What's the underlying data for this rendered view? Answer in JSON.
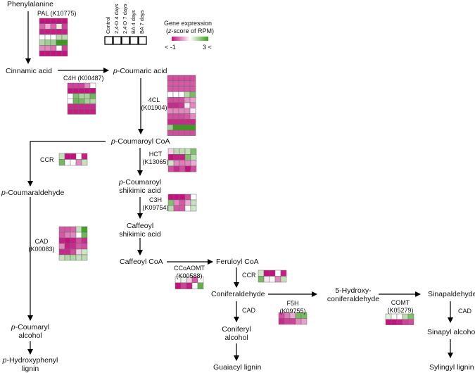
{
  "colors": {
    "low": "#c4117f",
    "mid": "#ffffff",
    "high": "#3c9c1e"
  },
  "legend": {
    "title1": "Gene expression",
    "title2_italic": "z",
    "title2_rest": "-score of RPM)",
    "title2_open": "(",
    "low_label": "< -1",
    "high_label": "3 <",
    "scale_min": -1,
    "scale_mid": 1,
    "scale_max": 3,
    "columns": [
      "Control",
      "2,4-D 4 days",
      "2,4-D 7 days",
      "BA 4 days",
      "BA 7 days"
    ]
  },
  "compounds": {
    "phenylalanine": "Phenylalanine",
    "cinnamic": "Cinnamic acid",
    "p_coumaric": {
      "p": "p",
      "rest": "-Coumaric acid"
    },
    "p_coumaroyl_coa": {
      "p": "p",
      "rest": "-Coumaroyl CoA"
    },
    "p_coumaraldehyde": {
      "p": "p",
      "rest": "-Coumaraldehyde"
    },
    "p_coumaroyl_shikimic": {
      "p": "p",
      "rest1": "-Coumaroyl",
      "rest2": "shikimic acid"
    },
    "caffeoyl_shikimic": {
      "l1": "Caffeoyl",
      "l2": "shikimic acid"
    },
    "caffeoyl_coa": "Caffeoyl CoA",
    "feruloyl_coa": "Feruloyl CoA",
    "coniferaldehyde": "Coniferaldehyde",
    "hydroxy_coniferaldehyde": {
      "l1": "5-Hydroxy-",
      "l2": "coniferaldehyde"
    },
    "sinapaldehyde": "Sinapaldehyde",
    "sinapyl_alcohol": "Sinapyl alcohol",
    "sylingyl_lignin": "Sylingyl lignin",
    "coniferyl_alcohol": {
      "l1": "Coniferyl",
      "l2": "alcohol"
    },
    "guaiacyl_lignin": "Guaiacyl lignin",
    "p_coumaryl_alcohol": {
      "p": "p",
      "rest1": "-Coumaryl",
      "rest2": "alcohol"
    },
    "p_hydroxyphenyl_lignin": {
      "p": "p",
      "rest1": "-Hydroxyphenyl",
      "rest2": "lignin"
    }
  },
  "enzymes": {
    "pal": {
      "label": "PAL (K10775)",
      "values": [
        [
          -1,
          -1,
          -1,
          -1,
          -1
        ],
        [
          -0.3,
          0.3,
          -0.3,
          1.3,
          -0.6
        ],
        [
          -0.9,
          -0.9,
          -0.9,
          -0.9,
          -0.9
        ],
        [
          1,
          1.1,
          1,
          1.7,
          1.7
        ],
        [
          1.8,
          2,
          2,
          3,
          3
        ],
        [
          0,
          0,
          -0.2,
          1,
          -0.6
        ],
        [
          -1,
          -1,
          -1,
          -1,
          -1
        ]
      ]
    },
    "c4h": {
      "label": "C4H (K00487)",
      "values": [
        [
          -0.6,
          -0.6,
          -0.6,
          0,
          1
        ],
        [
          -1,
          -1,
          -1,
          -1,
          -1
        ],
        [
          1,
          2.3,
          1.9,
          1.9,
          2.5
        ],
        [
          1,
          2.5,
          2.4,
          1.9,
          1.8
        ],
        [
          -0.8,
          -0.8,
          -0.8,
          -0.8,
          -0.8
        ],
        [
          -0.9,
          -0.9,
          -0.9,
          -0.9,
          -0.9
        ]
      ]
    },
    "4cl": {
      "label1": "4CL",
      "label2": "(K01904)",
      "values": [
        [
          -0.5,
          -0.5,
          -0.5,
          -0.5,
          -0.5
        ],
        [
          -0.4,
          -0.4,
          -0.4,
          -0.4,
          -0.4
        ],
        [
          -0.4,
          -0.4,
          -0.4,
          -0.4,
          -0.4
        ],
        [
          1,
          1,
          1,
          1.8,
          2.4
        ],
        [
          -0.5,
          -0.5,
          -0.5,
          0.1,
          0.2
        ],
        [
          -0.8,
          -0.8,
          -0.7,
          0.8,
          0
        ],
        [
          0,
          0,
          0,
          0,
          0.8
        ],
        [
          -0.5,
          -0.5,
          -0.5,
          -0.4,
          0
        ],
        [
          -0.8,
          -0.8,
          -0.8,
          -0.8,
          -0.8
        ],
        [
          2,
          3,
          3,
          3,
          3
        ],
        [
          -0.5,
          -0.5,
          -0.5,
          -0.5,
          -0.5
        ]
      ]
    },
    "ccr_top": {
      "label": "CCR",
      "values": [
        [
          1.6,
          -1,
          -1,
          1,
          -0.9
        ],
        [
          2.4,
          1,
          1,
          0,
          1.6
        ]
      ]
    },
    "hct": {
      "label1": "HCT",
      "label2": "(K13065)",
      "values": [
        [
          0.6,
          1.7,
          1.7,
          1.6,
          2.3
        ],
        [
          -1,
          -0.9,
          -0.9,
          2.3,
          1.7
        ],
        [
          1.5,
          0,
          -0.1,
          0,
          0.3
        ],
        [
          -0.5,
          -0.8,
          -0.5,
          -1,
          -0.5
        ]
      ]
    },
    "c3h": {
      "label1": "C3H",
      "label2": "(K09754)",
      "values": [
        [
          -1,
          -1,
          -1,
          -0.5,
          1
        ],
        [
          2.3,
          0,
          -0.4,
          0.3,
          1.6
        ],
        [
          1.7,
          -0.4,
          -0.4,
          1,
          1.5
        ]
      ]
    },
    "cad_left": {
      "label1": "CAD",
      "label2": "(K00083)",
      "values": [
        [
          -0.4,
          -0.4,
          -0.3,
          1.6,
          2.9
        ],
        [
          -0.4,
          -0.1,
          0,
          1,
          2.5
        ],
        [
          -0.9,
          -1,
          -0.9,
          -0.5,
          -0.8
        ],
        [
          0,
          -0.9,
          -0.8,
          -0.4,
          -0.5
        ],
        [
          -0.8,
          -0.8,
          -0.5,
          0.6,
          1.5
        ],
        [
          1.6,
          1.8,
          1.8,
          1.6,
          1.7
        ]
      ]
    },
    "ccoaomt": {
      "label1": "CCoAOMT",
      "label2": "(K00588)",
      "values": [
        [
          1.1,
          1.2,
          0.6,
          -0.4,
          1
        ],
        [
          -1,
          -0.6,
          -0.9,
          1,
          2.6
        ]
      ]
    },
    "ccr_mid": {
      "label": "CCR",
      "values": [
        [
          1.5,
          -1,
          -1,
          1,
          -0.9
        ],
        [
          2.4,
          0.8,
          1,
          0,
          1.6
        ]
      ]
    },
    "f5h": {
      "label1": "F5H",
      "label2": "(K09755)",
      "values": [
        [
          -0.5,
          -0.1,
          0.3,
          2.4,
          2.4
        ],
        [
          -0.8,
          -0.6,
          -0.6,
          0,
          0.2
        ]
      ]
    },
    "comt": {
      "label1": "COMT",
      "label2": "(K05279)",
      "values": [
        [
          1.3,
          1.1,
          1,
          1.7,
          2.3
        ],
        [
          -1,
          -1,
          -0.9,
          -0.6,
          -0.5
        ]
      ]
    },
    "cad_mid": {
      "label": "CAD"
    },
    "cad_right": {
      "label": "CAD"
    }
  }
}
